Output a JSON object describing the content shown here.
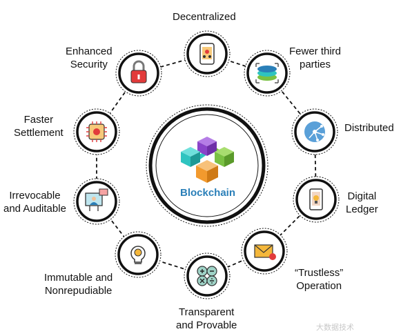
{
  "center": {
    "label": "Blockchain"
  },
  "nodes": [
    {
      "id": "decentralized",
      "lines": [
        "Decentralized"
      ],
      "icon": "phone-network-icon"
    },
    {
      "id": "fewer-third-parties",
      "lines": [
        "Fewer third",
        "parties"
      ],
      "icon": "layers-icon"
    },
    {
      "id": "distributed",
      "lines": [
        "Distributed"
      ],
      "icon": "network-node-icon"
    },
    {
      "id": "digital-ledger",
      "lines": [
        "Digital",
        "Ledger"
      ],
      "icon": "tablet-bulb-icon"
    },
    {
      "id": "trustless-operation",
      "lines": [
        "“Trustless”",
        "Operation"
      ],
      "icon": "envelope-icon"
    },
    {
      "id": "transparent-provable",
      "lines": [
        "Transparent",
        "and Provable"
      ],
      "icon": "math-operators-icon"
    },
    {
      "id": "immutable",
      "lines": [
        "Immutable and",
        "Nonrepudiable"
      ],
      "icon": "bulb-gear-icon"
    },
    {
      "id": "irrevocable",
      "lines": [
        "Irrevocable",
        "and Auditable"
      ],
      "icon": "presentation-user-icon"
    },
    {
      "id": "faster-settlement",
      "lines": [
        "Faster",
        "Settlement"
      ],
      "icon": "processor-chip-icon"
    },
    {
      "id": "enhanced-security",
      "lines": [
        "Enhanced",
        "Security"
      ],
      "icon": "padlock-icon"
    }
  ],
  "watermark": "大数据技术",
  "colors": {
    "cube_teal": "#2fc4c0",
    "cube_purple": "#9b59d6",
    "cube_green": "#7ac143",
    "cube_orange": "#f29a2e",
    "brand_text": "#2a7fb8",
    "red_accent": "#e23b3b"
  }
}
